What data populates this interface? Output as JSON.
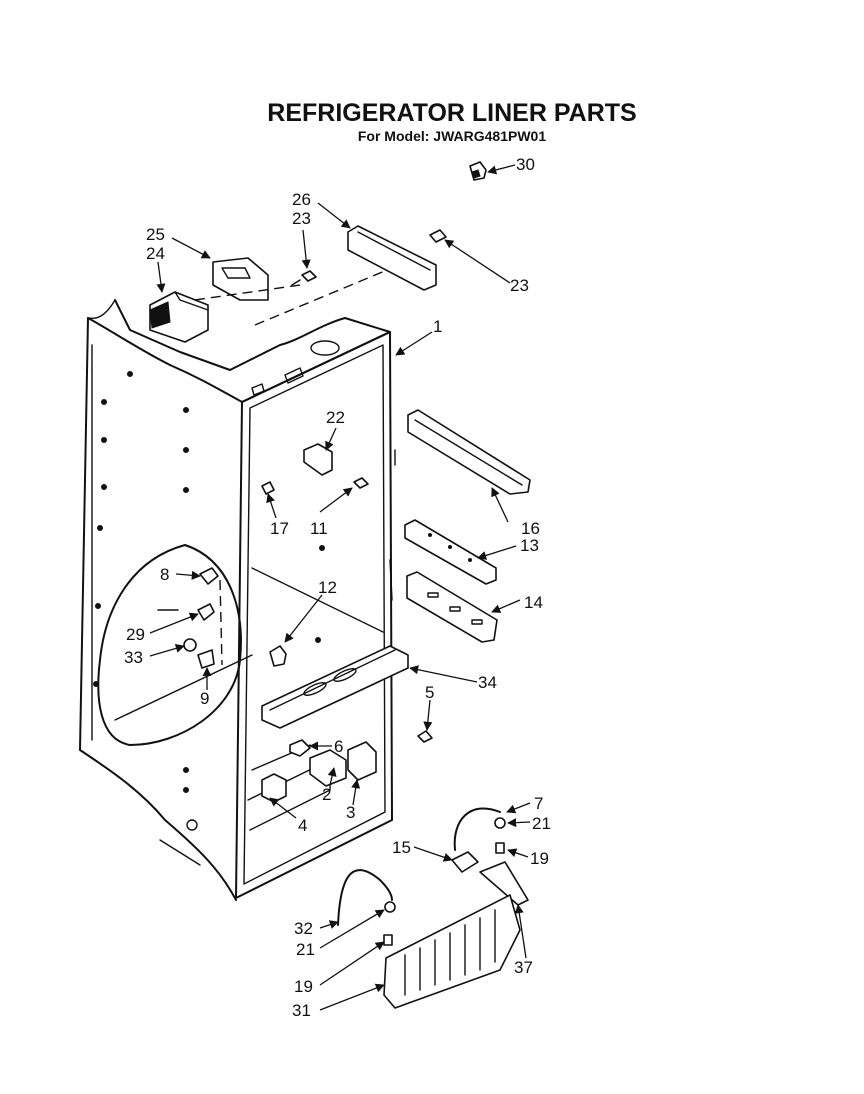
{
  "diagram": {
    "title": "REFRIGERATOR LINER PARTS",
    "subtitle": "For Model: JWARG481PW01",
    "callouts": {
      "c1": "1",
      "c2": "2",
      "c3": "3",
      "c4": "4",
      "c5": "5",
      "c6": "6",
      "c7": "7",
      "c8": "8",
      "c9": "9",
      "c11a": "11",
      "c12": "12",
      "c13": "13",
      "c14": "14",
      "c15": "15",
      "c16": "16",
      "c17": "17",
      "c19a": "19",
      "c19b": "19",
      "c21a": "21",
      "c21b": "21",
      "c22": "22",
      "c23a": "23",
      "c23b": "23",
      "c24": "24",
      "c25": "25",
      "c26": "26",
      "c29": "29",
      "c30": "30",
      "c31": "31",
      "c32": "32",
      "c33": "33",
      "c34": "34",
      "c37": "37"
    }
  }
}
